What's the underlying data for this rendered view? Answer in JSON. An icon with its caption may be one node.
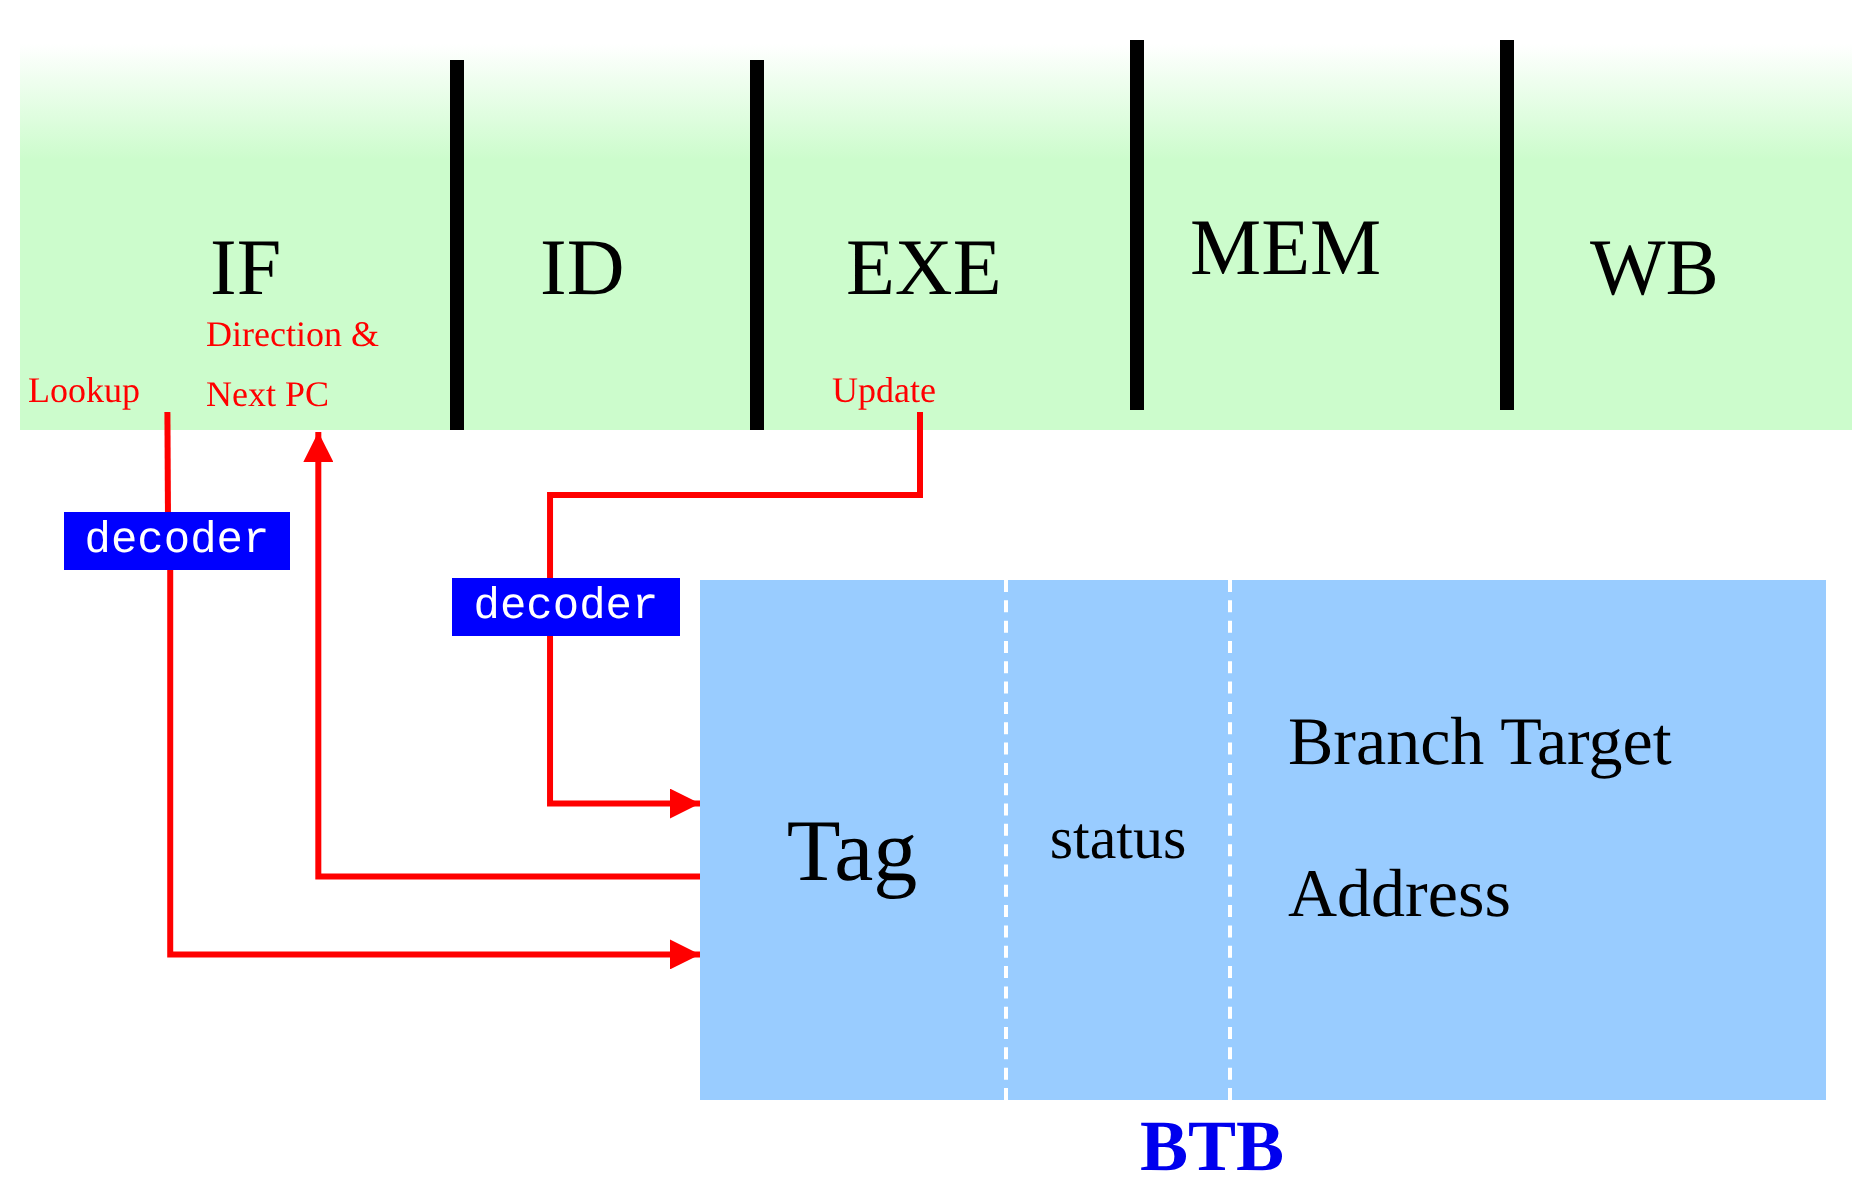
{
  "diagram": {
    "nodes": [
      {
        "text": [
          "IF"
        ]
      },
      {
        "text": [
          "ID"
        ]
      },
      {
        "text": [
          "EXE"
        ]
      },
      {
        "text": [
          "MEM"
        ]
      },
      {
        "text": [
          "WB"
        ]
      },
      {
        "text": [
          "Lookup"
        ],
        "in": 0
      },
      {
        "text": [
          "Direction & Next PC"
        ],
        "in": 0
      },
      {
        "text": [
          "Update"
        ],
        "in": 2
      },
      {
        "text": [
          "decoder"
        ]
      },
      {
        "text": [
          "decoder"
        ]
      },
      {
        "text": [
          "BTB"
        ]
      },
      {
        "text": [
          "Tag"
        ],
        "in": 10
      },
      {
        "text": [
          "status"
        ],
        "in": 10
      },
      {
        "text": [
          "Branch Target Address"
        ],
        "in": 10
      }
    ],
    "edges": [
      {
        "from": 5,
        "to": 8,
        "arrow": "none"
      },
      {
        "from": 8,
        "to": 11,
        "arrow": "to"
      },
      {
        "from": 11,
        "to": 6,
        "arrow": "to"
      },
      {
        "from": 7,
        "to": 9,
        "arrow": "none"
      },
      {
        "from": 9,
        "to": 11,
        "arrow": "to"
      }
    ]
  }
}
